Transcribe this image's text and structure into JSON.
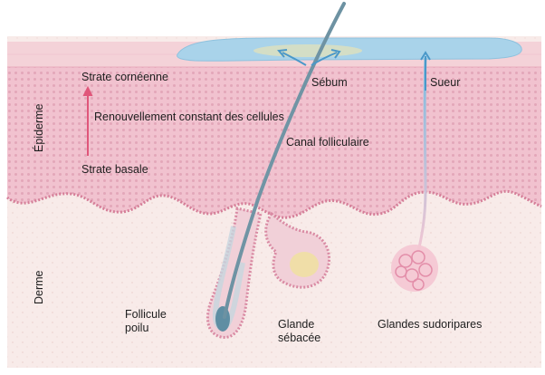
{
  "layers": {
    "epidermis": "Épiderme",
    "dermis": "Derme"
  },
  "epidermis_labels": {
    "top": "Strate cornéenne",
    "middle": "Renouvellement constant des cellules",
    "bottom": "Strate basale"
  },
  "structures": {
    "sebum": "Sébum",
    "sweat": "Sueur",
    "follicular_canal": "Canal folliculaire",
    "hair_follicle": [
      "Follicule",
      "poilu"
    ],
    "sebaceous_gland": [
      "Glande",
      "sébacée"
    ],
    "sweat_glands": "Glandes sudoripares"
  },
  "colors": {
    "background": "#ffffff",
    "dermis": "#f8ebe9",
    "epidermis": "#f1c2cf",
    "stratum_corneum": "#f4d2d8",
    "sebum_film": "#a9d3ea",
    "hair": "#4f7f94",
    "arrow_pink": "#e0567a",
    "arrow_blue": "#4a98c9",
    "gland_pink": "#eeb2c3",
    "gland_sebum": "#f0e1a0"
  }
}
